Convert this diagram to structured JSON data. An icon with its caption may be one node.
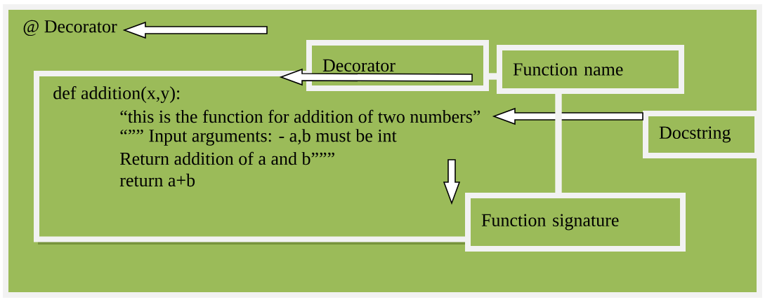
{
  "diagram": {
    "nodes": [
      {
        "text": [
          "@ Decorator"
        ]
      },
      {
        "text": [
          "def addition(x,y):",
          "“this is the function for addition of two numbers”",
          "“”” Input arguments: - a,b must be int",
          "Return addition of a and b”””",
          "return a+b"
        ]
      },
      {
        "text": [
          "Decorator"
        ]
      },
      {
        "text": [
          "Function name"
        ]
      },
      {
        "text": [
          "Docstring"
        ]
      },
      {
        "text": [
          "Function signature"
        ]
      }
    ],
    "edges": [
      {
        "from": null,
        "to": 0,
        "arrow": "to"
      },
      {
        "from": 2,
        "to": 1,
        "arrow": "to"
      },
      {
        "from": 2,
        "to": 3,
        "arrow": "none",
        "color": "#f2f2f2"
      },
      {
        "from": 4,
        "to": 1,
        "arrow": "to"
      },
      {
        "from": 3,
        "to": 5,
        "arrow": "none",
        "color": "#f2f2f2"
      },
      {
        "from": null,
        "to": 5,
        "arrow": "to"
      }
    ]
  }
}
